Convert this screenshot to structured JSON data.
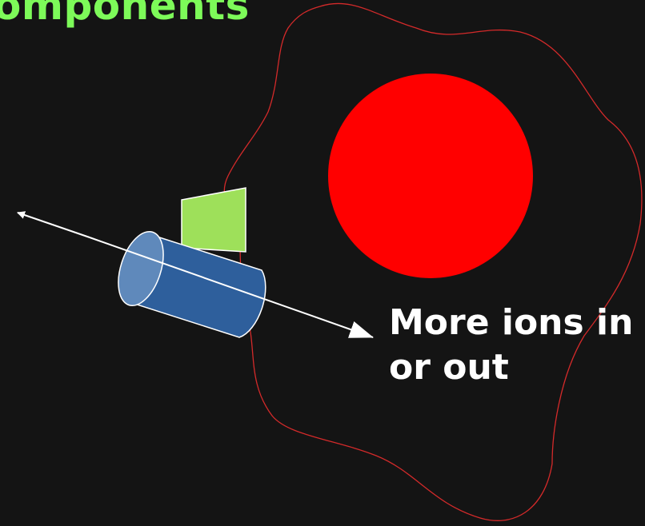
{
  "slide": {
    "title": "omponents",
    "caption": {
      "line1": "More ions in",
      "line2": "or out"
    }
  },
  "colors": {
    "background": "#141414",
    "title": "#7dfa59",
    "cell_outline": "#d42a2a",
    "nucleus": "#ff0000",
    "receptor": "#9ee05a",
    "channel_body": "#2e5f9c",
    "channel_end": "#5f89bb",
    "arrow": "#ffffff",
    "caption": "#ffffff"
  }
}
